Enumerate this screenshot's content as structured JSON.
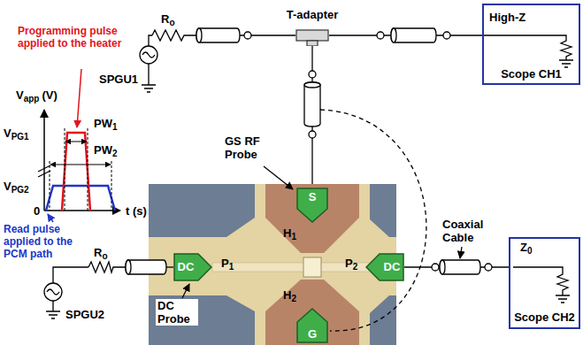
{
  "diagram": {
    "nodes": [
      {
        "text": [
          "T-adapter"
        ]
      },
      {
        "text": [
          "High-Z",
          "Scope CH1"
        ]
      },
      {
        "text": [
          "S"
        ]
      },
      {
        "text": [
          "DC"
        ]
      },
      {
        "text": [
          "DC"
        ]
      },
      {
        "text": [
          "Scope CH2"
        ]
      },
      {
        "text": [
          "G"
        ]
      }
    ],
    "edges": [
      {
        "from": 0,
        "to": 1,
        "arrow": "none"
      },
      {
        "from": 0,
        "to": 2,
        "arrow": "none"
      },
      {
        "from": 4,
        "to": 5,
        "arrow": "none"
      }
    ],
    "labels": [
      "Programming pulse applied to the heater",
      "V",
      "app",
      "(V)",
      "V",
      "PG1",
      "PW",
      "1",
      "V",
      "PG2",
      "PW",
      "2",
      "0",
      "t (s)",
      "Read pulse applied to the PCM path",
      "R",
      "o",
      "SPGU1",
      "R",
      "o",
      "SPGU2",
      "GS RF Probe",
      "H",
      "1",
      "H",
      "2",
      "P",
      "1",
      "P",
      "2",
      "DC Probe",
      "Coaxial Cable",
      "Z",
      "0"
    ]
  }
}
